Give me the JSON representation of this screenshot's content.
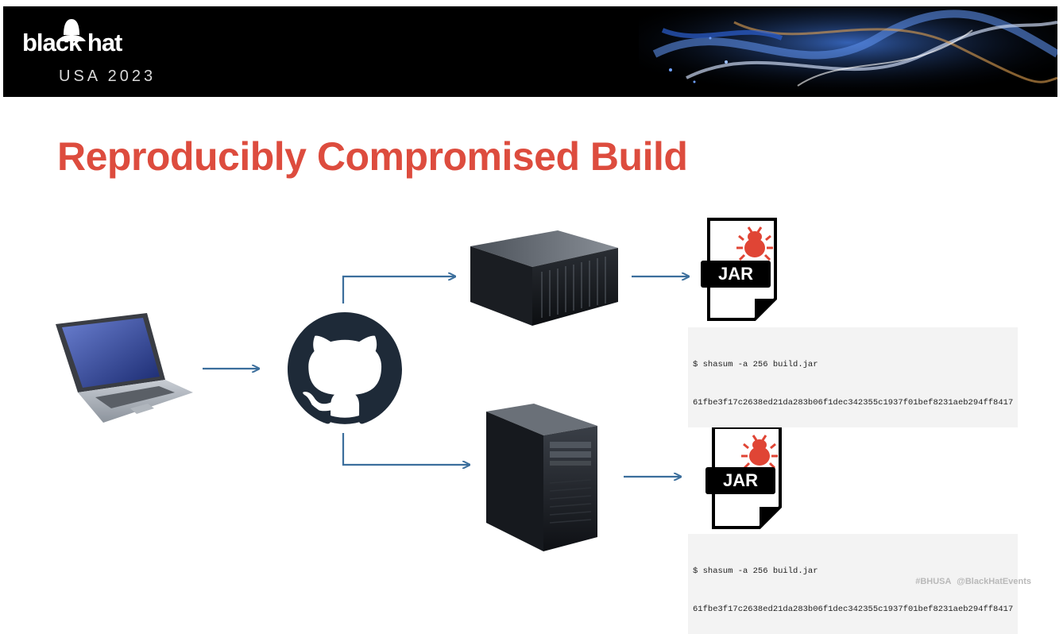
{
  "header": {
    "brand": "black hat",
    "event": "USA 2023"
  },
  "slide": {
    "title": "Reproducibly Compromised Build"
  },
  "nodes": {
    "laptop": "laptop-icon",
    "repo": "github-icon",
    "builder_top": "rack-server-icon",
    "builder_bottom": "tower-server-icon"
  },
  "artifacts": [
    {
      "label": "JAR",
      "icon": "bug-icon",
      "command": "$ shasum -a 256 build.jar",
      "hash": "61fbe3f17c2638ed21da283b06f1dec342355c1937f01bef8231aeb294ff8417"
    },
    {
      "label": "JAR",
      "icon": "bug-icon",
      "command": "$ shasum -a 256 build.jar",
      "hash": "61fbe3f17c2638ed21da283b06f1dec342355c1937f01bef8231aeb294ff8417"
    }
  ],
  "footer": {
    "text": "#BHUSA @BlackHatEvents"
  },
  "colors": {
    "title": "#dd4c3e",
    "arrow": "#3b6e9c",
    "bug": "#e04535",
    "github": "#1e2a38"
  }
}
